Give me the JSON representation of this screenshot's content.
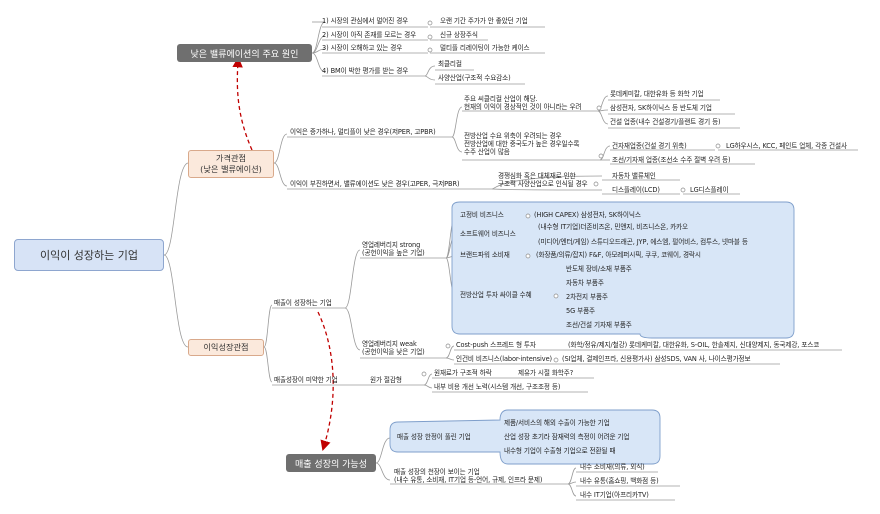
{
  "root": "이익이 성장하는 기업",
  "top_gray": "낮은 밸류에이션의 주요 원인",
  "bottom_gray": "매출 성장의 가능성",
  "price_view": "가격관점\n(낮은 밸류에이션)",
  "profit_view": "이익성장관점",
  "causes": [
    "1) 시장의 관심에서 멀어진 경우",
    "오랜 기간 주가가 안 좋았던 기업",
    "2) 시장이 아직 존재를 모르는 경우",
    "신규 상장주식",
    "3) 시장이 오해하고 있는 경우",
    "멀티플 리레이팅이 가능한 케이스",
    "4) BM이 박한 평가를 받는 경우",
    "최클리컬",
    "사양산업(구조적 수요감소)"
  ],
  "price_branch": {
    "stable": "이익은 증가하나, 멀티플이 낮은 경우(저PER, 고PBR)",
    "cyclical": "주요 씨클리컬 산업이 해당.\n현재의 이익이 경상적인 것이 아니라는 우려",
    "cyc_items": [
      "롯데케미칼, 대한유화 등 화학 기업",
      "삼성전자, SK하이닉스 등 반도체 기업",
      "건설 업종(내수 건설경기/플랜트 경기 등)"
    ],
    "decline": "전방산업 수요 위축이 우려되는 경우\n전방산업에 대한 중국도가 높은 경우일수록\n수주 산업이 많음",
    "decline_items": [
      "건자재업종(건설 경기 위축)",
      "LG하우시스, KCC, 페인트 업체, 각종 건설사",
      "조선/기자재 업종(조선소 수주 절벽 우려 등)"
    ],
    "loss": "이익이 부진하면서, 밸류에이션도 낮은 경우(고PER, 극저PBR)",
    "loss_sub": "경쟁심화 혹은 대체재로 인한\n구조적 사양산업으로 인식될 경우",
    "loss_items": [
      "자동차 밸류체인",
      "디스플레이(LCD)",
      "LG디스플레이"
    ]
  },
  "profit_branch": {
    "sales_growth": "매출이 성장하는 기업",
    "strong": "영업레버리지 strong\n(공헌이익을 높은 기업)",
    "strong_items": [
      "고정비 비즈니스",
      "(HIGH CAPEX) 삼성전자, SK하이닉스",
      "소프트웨어 비즈니스",
      "(내수형 IT기업)더존비즈온, 민앤지, 비즈니스온, 카카오",
      "(미디어/엔터/게임) 스튜디오드래곤, JYP, 에스엠, 펄어비스, 컴투스, 넷마블 등",
      "브랜드파워 소비재",
      "(화장품/의류/잡지) F&F, 아모레퍼시픽, 쿠쿠, 코웨이, 경락시",
      "전방산업 투자 싸이클 수혜",
      "반도체 장비/소재 부품주",
      "자동차 부품주",
      "2차전지 부품주",
      "5G 부품주",
      "조선/건설 기자재 부품주"
    ],
    "weak": "영업레버리지 weak\n(공헌이익을 낮은 기업)",
    "weak_items": [
      "Cost-push 스프레드 형 투자",
      "(화학/정유/제지/철강) 롯데케미칼, 대한유화, S-OIL, 한솔제지, 신대양제지, 동국제강, 포스코",
      "인건비 비즈니스(labor-intensive)",
      "(SI업체, 결제인프라, 신용평가사) 삼성SDS, VAN 사, 나이스평가정보"
    ],
    "no_growth": "매출성장이 미약한 기업",
    "cost_down": "원가 절감형",
    "cost_items": [
      "원재료가 구조적 하락",
      "제유가 시절 화학주?",
      "내부 비용 개선 노력(시스템 개선, 구조조정 등)"
    ]
  },
  "possibility": {
    "open": "매출 성장 한정이 풀린 기업",
    "open_items": [
      "제품/서비스의 해외 수출이 가능한 기업",
      "산업 성장 초기라 잠재력의 측정이 어려운 기업",
      "내수형 기업이 수출형 기업으로 전환될 때"
    ],
    "visible": "매출 성장의 천장이 보이는 기업\n(내수 유통, 소비재, IT기업 등-언어, 규제, 인프라 문제)",
    "visible_items": [
      "내수 소비재(의류, 외식)",
      "내수 유통(홈쇼핑, 백화점 등)",
      "내수 IT기업(아프리카TV)"
    ]
  },
  "colors": {
    "root_bg": "#d7e3f6",
    "gray": "#6f6f6f",
    "peach": "#fbe9dc",
    "blob": "#d8e6f7",
    "dashed_arrow": "#c00000"
  }
}
